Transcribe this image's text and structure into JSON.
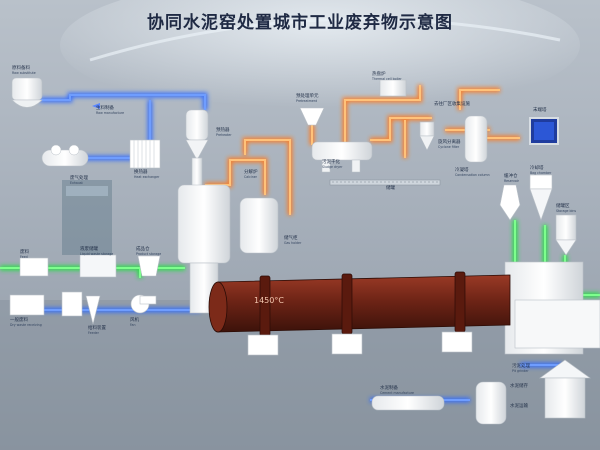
{
  "title": "协同水泥窑处置城市工业废弃物示意图",
  "kiln_temperature": "1450°C",
  "labels": {
    "raw_silo": {
      "zh": "原料备料",
      "en": "Raw substitute"
    },
    "raw_mfg": {
      "zh": "生料制备",
      "en": "Raw manufacture"
    },
    "preheater": {
      "zh": "预热器",
      "en": "Preheater"
    },
    "waste_pretreat": {
      "zh": "预处理单元",
      "en": "Pretreatment"
    },
    "hot_disk": {
      "zh": "热盘炉",
      "en": "Thermal cell boiler"
    },
    "sludge_dryer": {
      "zh": "污泥干化",
      "en": "Sludge dryer"
    },
    "cyclone_sep": {
      "zh": "旋风分离器",
      "en": "Cyclone filter"
    },
    "condenser": {
      "zh": "冷凝塔",
      "en": "Condensation column"
    },
    "to_plant": {
      "zh": "去往厂区收集设施",
      "en": ""
    },
    "tail_gas": {
      "zh": "末端塔",
      "en": ""
    },
    "tank": {
      "zh": "储罐",
      "en": ""
    },
    "reservoir": {
      "zh": "缓冲仓",
      "en": "Reservoir"
    },
    "chimney": {
      "zh": "冷却塔",
      "en": "Bag chamber"
    },
    "decomposer": {
      "zh": "分解炉",
      "en": "Calciner"
    },
    "gas_holder": {
      "zh": "储气柜",
      "en": "Gas holder"
    },
    "storage_bins": {
      "zh": "储罐区",
      "en": "Storage bins"
    },
    "waste_gas_kiln": {
      "zh": "废气处理",
      "en": "Exhaust"
    },
    "heat_exchanger": {
      "zh": "换热器",
      "en": "Heat exchanger"
    },
    "ash_left": {
      "zh": "废料",
      "en": "Feed"
    },
    "liquid_waste": {
      "zh": "液废储罐",
      "en": "Liquid waste storage"
    },
    "product_storage": {
      "zh": "成品仓",
      "en": "Product storage"
    },
    "waste_left": {
      "zh": "一般废料",
      "en": "Dry waste receiving"
    },
    "feeder": {
      "zh": "给料装置",
      "en": "Feeder"
    },
    "fan": {
      "zh": "风机",
      "en": "Fan"
    },
    "pit": {
      "zh": "污泥处理",
      "en": "Pit grinder"
    },
    "cement_mfg": {
      "zh": "水泥制备",
      "en": "Cement manufacture"
    },
    "cement_store": {
      "zh": "水泥储存",
      "en": ""
    },
    "cement_ship": {
      "zh": "水泥运输",
      "en": ""
    }
  }
}
